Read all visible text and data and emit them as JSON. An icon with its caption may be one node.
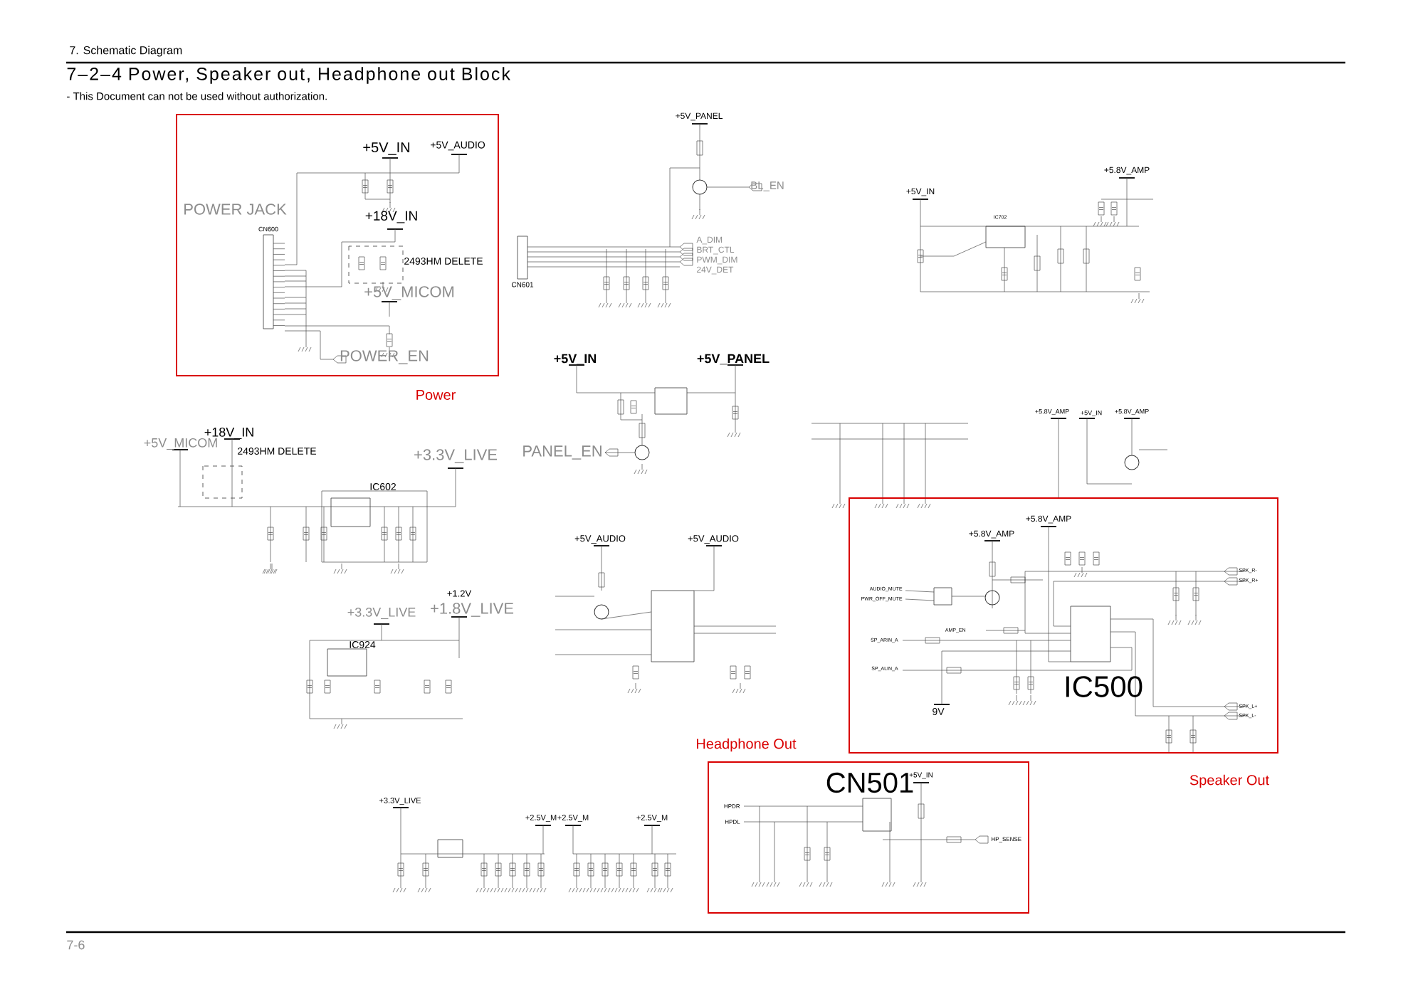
{
  "diagram": {
    "title": "7–2–4 Power, Speaker out, Headphone out Block",
    "nodes": [
      {
        "text": [
          "Power"
        ]
      },
      {
        "text": [
          "Speaker Out"
        ]
      },
      {
        "text": [
          "Headphone Out",
          "CN501"
        ]
      }
    ],
    "labels": [
      "7. Schematic Diagram",
      "- This Document can not be used without authorization.",
      "+5V_IN",
      "+5V_AUDIO",
      "POWER JACK",
      "+18V_IN",
      "CN600",
      "2493HM DELETE",
      "+5V_MICOM",
      "POWER_EN",
      "+5V_PANEL",
      "BL_EN",
      "CN601",
      "A_DIM",
      "BRT_CTL",
      "PWM_DIM",
      "24V_DET",
      "+5V_IN",
      "+5.8V_AMP",
      "IC702",
      "+5V_IN",
      "+5V_PANEL",
      "PANEL_EN",
      "+18V_IN",
      "+5V_MICOM",
      "2493HM DELETE",
      "+3.3V_LIVE",
      "IC602",
      "+1.2V",
      "+3.3V_LIVE",
      "+1.8V_LIVE",
      "IC924",
      "+5V_AUDIO",
      "+5V_AUDIO",
      "+5.8V_AMP",
      "+5V_IN",
      "+5.8V_AMP",
      "+5.8V_AMP",
      "+5.8V_AMP",
      "AUDIO_MUTE",
      "PWR_OFF_MUTE",
      "AMP_EN",
      "SP_ARIN_A",
      "SP_ALIN_A",
      "SPK_R-",
      "SPK_R+",
      "SPK_L+",
      "SPK_L-",
      "IC500",
      "9V",
      "HPDR",
      "HPDL",
      "+5V_IN",
      "HP_SENSE",
      "+3.3V_LIVE",
      "+2.5V_M",
      "+2.5V_M",
      "+2.5V_M",
      "7-6"
    ]
  }
}
